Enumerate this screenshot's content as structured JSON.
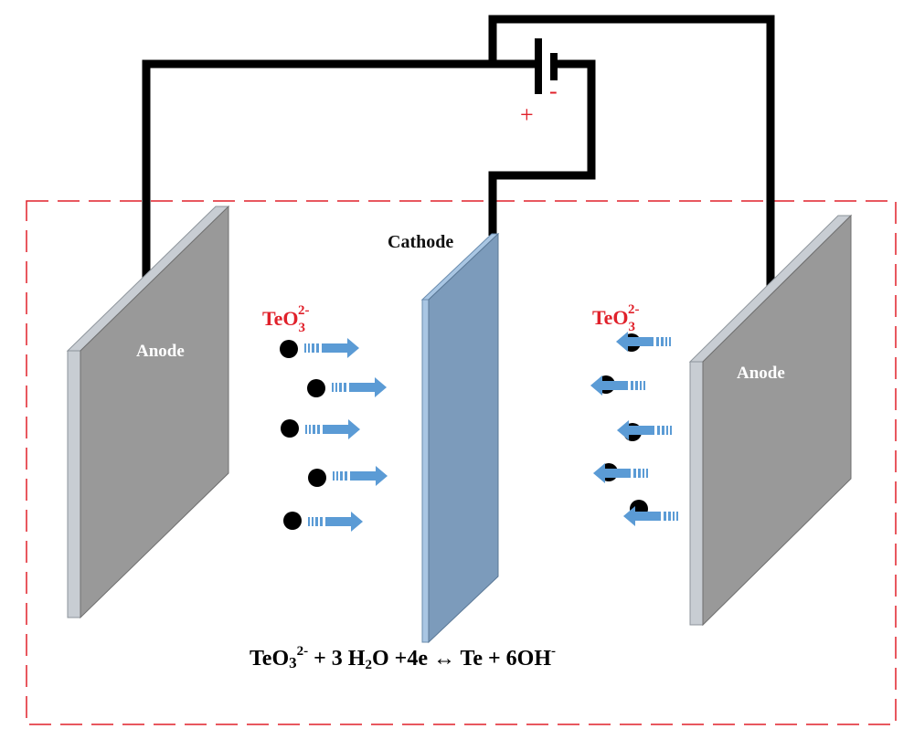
{
  "colors": {
    "wire": "#000000",
    "tank_border": "#e0202a",
    "anode_face": "#999999",
    "anode_edge": "#c8cdd3",
    "cathode_face": "#7c9bbb",
    "cathode_edge": "#a9c6e3",
    "arrow": "#5b9bd5",
    "ion": "#000000",
    "red_text": "#e0202a"
  },
  "battery": {
    "positive": "+",
    "negative": "-"
  },
  "labels": {
    "anode_left": "Anode",
    "anode_right": "Anode",
    "cathode": "Cathode"
  },
  "ions": {
    "left": {
      "base": "TeO",
      "sub": "3",
      "sup": "2-",
      "particle_count": 5,
      "direction": "toward-cathode"
    },
    "right": {
      "base": "TeO",
      "sub": "3",
      "sup": "2-",
      "particle_count": 5,
      "direction": "toward-cathode"
    }
  },
  "equation": {
    "p1": "TeO",
    "p1_sub": "3",
    "p1_sup": "2-",
    "p2": " + 3 H",
    "p2_sub": "2",
    "p3": "O +4e ↔ Te + 6OH",
    "p3_sup": "-"
  }
}
